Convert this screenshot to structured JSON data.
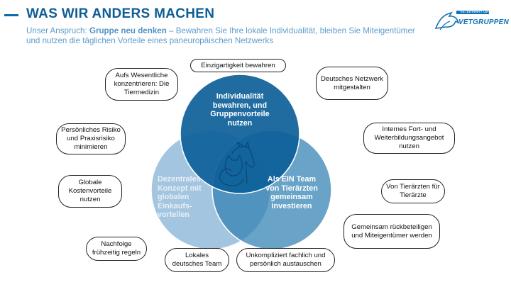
{
  "header": {
    "title": "WAS WIR ANDERS MACHEN",
    "subtitle_prefix": "Unser Anspruch: ",
    "subtitle_bold": "Gruppe neu denken",
    "subtitle_rest": " – Bewahren Sie Ihre lokale Individualität, bleiben Sie Miteigentümer und nutzen die täglichen Vorteile eines paneuropäischen Netzwerks"
  },
  "logo": {
    "text": "VETGRUPPEN",
    "subtext": "VETERINARY GROUP"
  },
  "venn": {
    "top_label": "Individualität bewahren, und Gruppenvorteile nutzen",
    "left_label": "Dezentrales Konzept mit globalen Einkaufs-vorteilen",
    "right_label": "Als EIN Team von Tierärzten gemeinsam investieren",
    "colors": {
      "top": "#0d5f99",
      "left": "#5a95c4",
      "right": "#3c89b9",
      "center_icon": "#0b4a78"
    },
    "center_icon": "horse-cat-dog-icon"
  },
  "pills": {
    "top": "Einzigartigkeit bewahren",
    "left_1": "Aufs Wesentliche konzentrieren: Die Tiermedizin",
    "left_2": "Persönliches Risiko und Praxisrisiko minimieren",
    "left_3": "Globale Kostenvorteile nutzen",
    "left_4": "Nachfolge frühzeitig regeln",
    "bottom_1": "Lokales deutsches Team",
    "bottom_2": "Unkompliziert fachlich und persönlich austauschen",
    "right_1": "Deutsches Netzwerk mitgestalten",
    "right_2": "Internes Fort- und Weiterbildungsangebot nutzen",
    "right_3": "Von Tierärzten für Tierärzte",
    "right_4": "Gemeinsam rückbeteiligen und Miteigentümer werden"
  }
}
